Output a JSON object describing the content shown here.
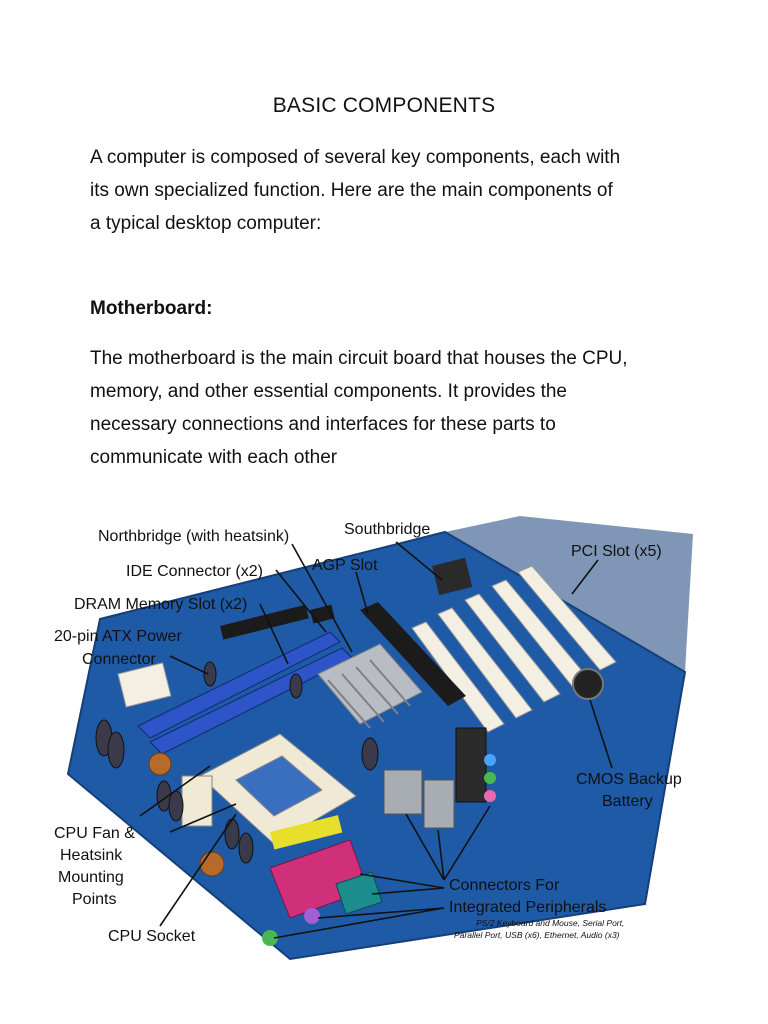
{
  "document": {
    "title": "BASIC COMPONENTS",
    "intro_lines": [
      "A computer is composed of several key components, each with",
      "its own specialized function. Here are the main components of",
      "a typical desktop computer:"
    ],
    "section_heading": "Motherboard:",
    "section_lines": [
      "The motherboard is the main circuit board that houses the CPU,",
      "memory, and other essential components. It provides the",
      "necessary connections and interfaces for these parts to",
      "communicate with each other"
    ]
  },
  "figure": {
    "labels": {
      "northbridge": "Northbridge (with heatsink)",
      "southbridge": "Southbridge",
      "ide": "IDE Connector (x2)",
      "agp": "AGP Slot",
      "pci": "PCI Slot (x5)",
      "dram": "DRAM Memory Slot (x2)",
      "atx_line1": "20-pin ATX Power",
      "atx_line2": "Connector",
      "cmos_line1": "CMOS Backup",
      "cmos_line2": "Battery",
      "cpufan_line1": "CPU Fan &",
      "cpufan_line2": "Heatsink",
      "cpufan_line3": "Mounting",
      "cpufan_line4": "Points",
      "cpu_socket": "CPU Socket",
      "conn_line1": "Connectors For",
      "conn_line2": "Integrated Peripherals",
      "conn_sub1": "PS/2 Keyboard and Mouse, Serial Port,",
      "conn_sub2": "Parallel Port, USB (x6), Ethernet, Audio (x3)"
    },
    "colors": {
      "board": "#1f5aa6",
      "board_dark": "#163f7a",
      "slot_white": "#f3efe2",
      "slot_black": "#1b1b1b",
      "dimm_blue": "#2d55c8",
      "heatsink": "#b9bcc2",
      "parallel_pink": "#d0307a",
      "serial_teal": "#1c8d8d",
      "sticker_yellow": "#e8df2a"
    }
  }
}
